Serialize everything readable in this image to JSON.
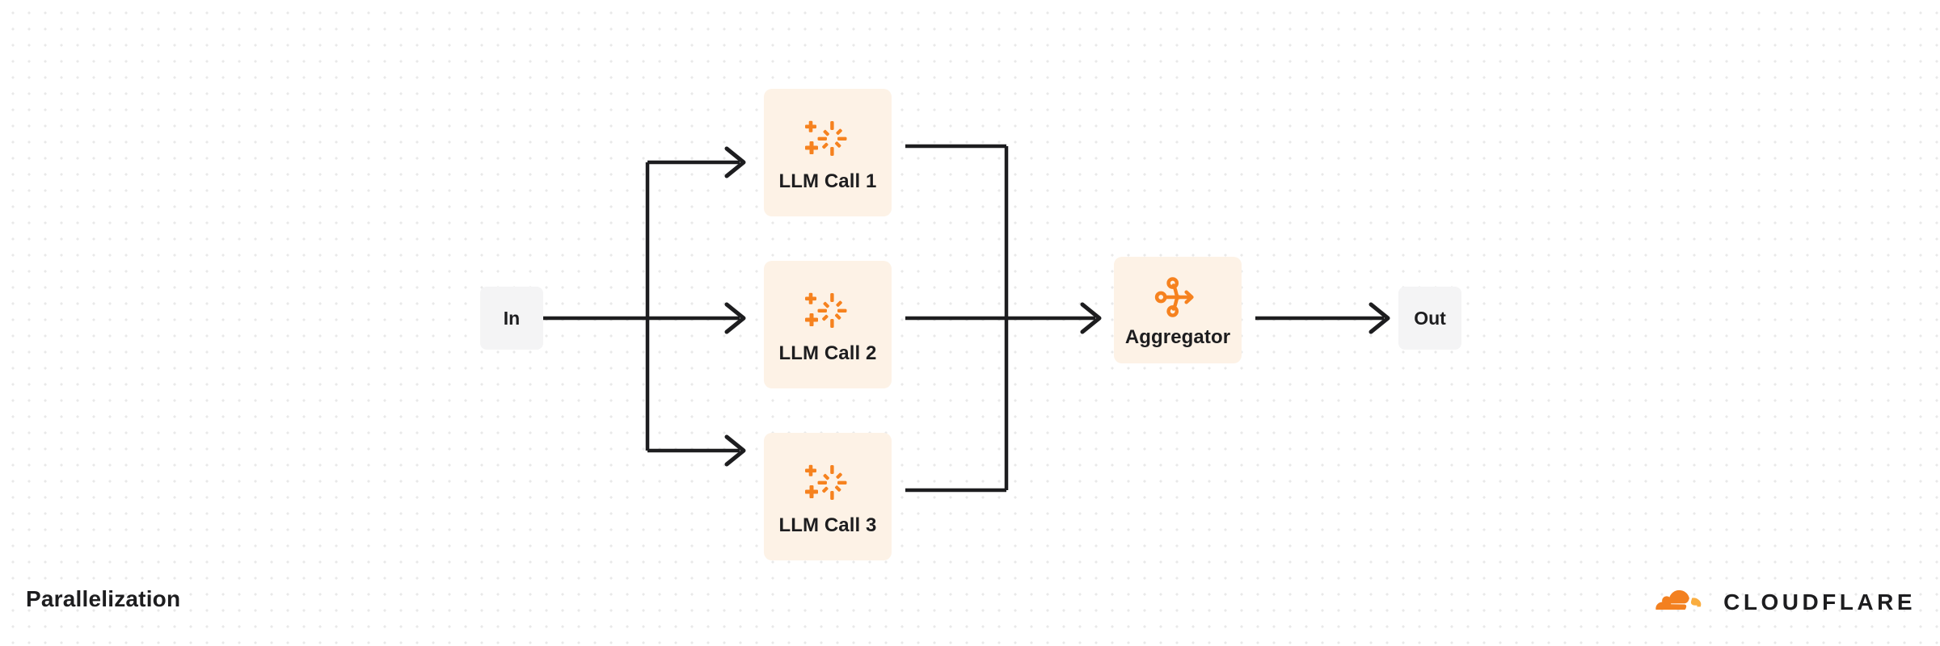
{
  "diagram": {
    "title": "Parallelization",
    "colors": {
      "accent_orange": "#f6821f",
      "node_fill_llm": "#fdf2e6",
      "node_fill_io": "#f4f4f5",
      "edge_stroke": "#1d1d1f",
      "text": "#1d1d1f",
      "grid_dot": "#e9e9e9",
      "background": "#ffffff",
      "brand_cloud_dark": "#f38020",
      "brand_cloud_light": "#faad3f"
    },
    "nodes": {
      "input": {
        "label": "In",
        "icon": ""
      },
      "output": {
        "label": "Out",
        "icon": ""
      },
      "llm_calls": [
        {
          "label": "LLM Call 1",
          "icon": "ai-sparkle-icon"
        },
        {
          "label": "LLM Call 2",
          "icon": "ai-sparkle-icon"
        },
        {
          "label": "LLM Call 3",
          "icon": "ai-sparkle-icon"
        }
      ],
      "aggregator": {
        "label": "Aggregator",
        "icon": "merge-nodes-icon"
      }
    },
    "edges": [
      {
        "from": "In",
        "to": "LLM Call 1"
      },
      {
        "from": "In",
        "to": "LLM Call 2"
      },
      {
        "from": "In",
        "to": "LLM Call 3"
      },
      {
        "from": "LLM Call 1",
        "to": "Aggregator"
      },
      {
        "from": "LLM Call 2",
        "to": "Aggregator"
      },
      {
        "from": "LLM Call 3",
        "to": "Aggregator"
      },
      {
        "from": "Aggregator",
        "to": "Out"
      }
    ]
  },
  "brand": {
    "name": "CLOUDFLARE",
    "logo": "cloudflare-cloud-icon"
  }
}
